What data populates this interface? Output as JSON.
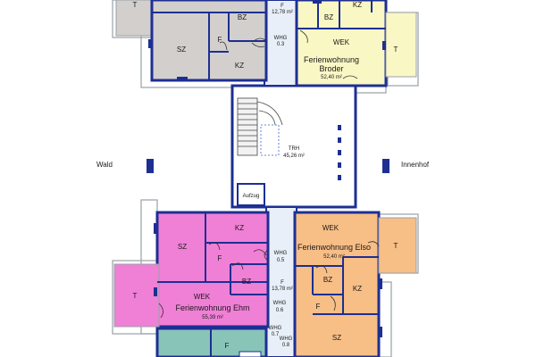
{
  "colors": {
    "grey_apartment": "#d3cfcc",
    "yellow_apartment": "#f9f7c4",
    "pink_apartment": "#f07fd6",
    "orange_apartment": "#f7be86",
    "teal_apartment": "#88c4b8",
    "stair_hall": "#ffffff",
    "corridor": "#e9eff8",
    "wall": "#1d2f93",
    "balcony_border": "#9aa0a8"
  },
  "outside": {
    "left_label": "Wald",
    "right_label": "Innenhof"
  },
  "top_left_apartment": {
    "rooms": {
      "terrace": "T",
      "bathroom": "BZ",
      "hall": "F",
      "bedroom": "SZ",
      "children_room": "KZ"
    }
  },
  "top_corridor": {
    "hall": "F",
    "area": "12,78 m²",
    "whg": "WHG",
    "whg_no": "0.3"
  },
  "broder": {
    "rooms": {
      "children_room": "KZ",
      "bathroom": "BZ",
      "living_kitchen": "WEK",
      "terrace": "T"
    },
    "name_line1": "Ferienwohnung",
    "name_line2": "Broder",
    "area": "52,40 m²"
  },
  "stair": {
    "label": "TRH",
    "area": "45,26 m²",
    "elevator": "Aufzug"
  },
  "ehm": {
    "rooms": {
      "bedroom": "SZ",
      "children_room": "KZ",
      "hall": "F",
      "bathroom": "BZ",
      "terrace": "T",
      "living_kitchen": "WEK"
    },
    "name": "Ferienwohnung Ehm",
    "area": "55,39 m²"
  },
  "lower_corridor": {
    "whg_a": "WHG",
    "whg_a_no": "0.5",
    "hall": "F",
    "area": "13,78 m²",
    "whg_b": "WHG",
    "whg_b_no": "0.6",
    "whg_c": "WHG",
    "whg_c_no": "0.7",
    "whg_d": "WHG",
    "whg_d_no": "0.8"
  },
  "elso": {
    "rooms": {
      "living_kitchen": "WEK",
      "terrace": "T",
      "bathroom": "BZ",
      "children_room": "KZ",
      "hall": "F",
      "bedroom": "SZ"
    },
    "name": "Ferienwohnung Elso",
    "area": "52,40 m²"
  },
  "bottom_left_apartment": {
    "rooms": {
      "hall": "F"
    }
  }
}
